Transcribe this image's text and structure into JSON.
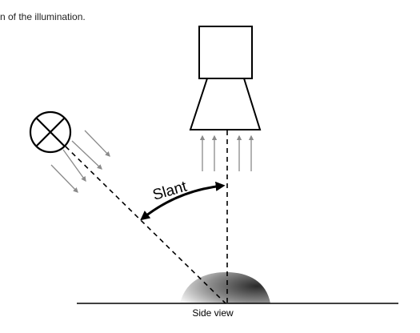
{
  "caption": "n of the illumination.",
  "diagram": {
    "slant_label": "Slant",
    "side_view_label": "Side view"
  },
  "colors": {
    "line": "#000000",
    "light_ray": "#8a8a8a",
    "mound_light": "#f2f2f2",
    "mound_dark": "#333333"
  },
  "icons": {
    "light_source": "circle-cross-icon",
    "camera": "camera-icon"
  }
}
